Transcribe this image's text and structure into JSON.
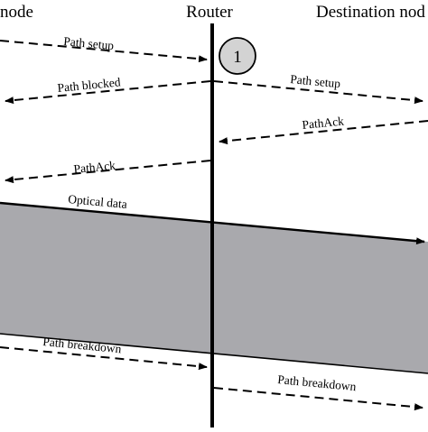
{
  "headers": {
    "source": "node",
    "router": "Router",
    "destination": "Destination nod"
  },
  "marker": {
    "number": "1"
  },
  "messages": {
    "path_setup_in": "Path setup",
    "path_blocked": "Path blocked",
    "path_setup_out": "Path setup",
    "path_ack_in": "PathAck",
    "path_ack_out": "PathAck",
    "optical_data": "Optical data",
    "breakdown_in": "Path breakdown",
    "breakdown_out": "Path breakdown"
  },
  "colors": {
    "line": "#000000",
    "optical_band": "#a9a9ad",
    "marker_fill": "#d3d3d3",
    "background": "#ffffff"
  }
}
